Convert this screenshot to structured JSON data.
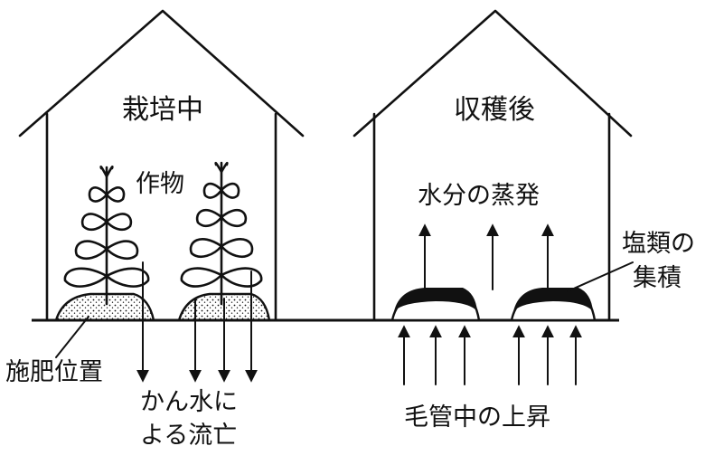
{
  "diagram": {
    "left_house": {
      "title": "栽培中",
      "crop_label": "作物",
      "fertilizer_label": "施肥位置",
      "water_label_line1": "かん水に",
      "water_label_line2": "よる流亡"
    },
    "right_house": {
      "title": "収穫後",
      "evaporation_label": "水分の蒸発",
      "salt_label_line1": "塩類の",
      "salt_label_line2": "集積",
      "capillary_label": "毛管中の上昇"
    },
    "colors": {
      "ink": "#111111",
      "background": "#ffffff"
    }
  }
}
